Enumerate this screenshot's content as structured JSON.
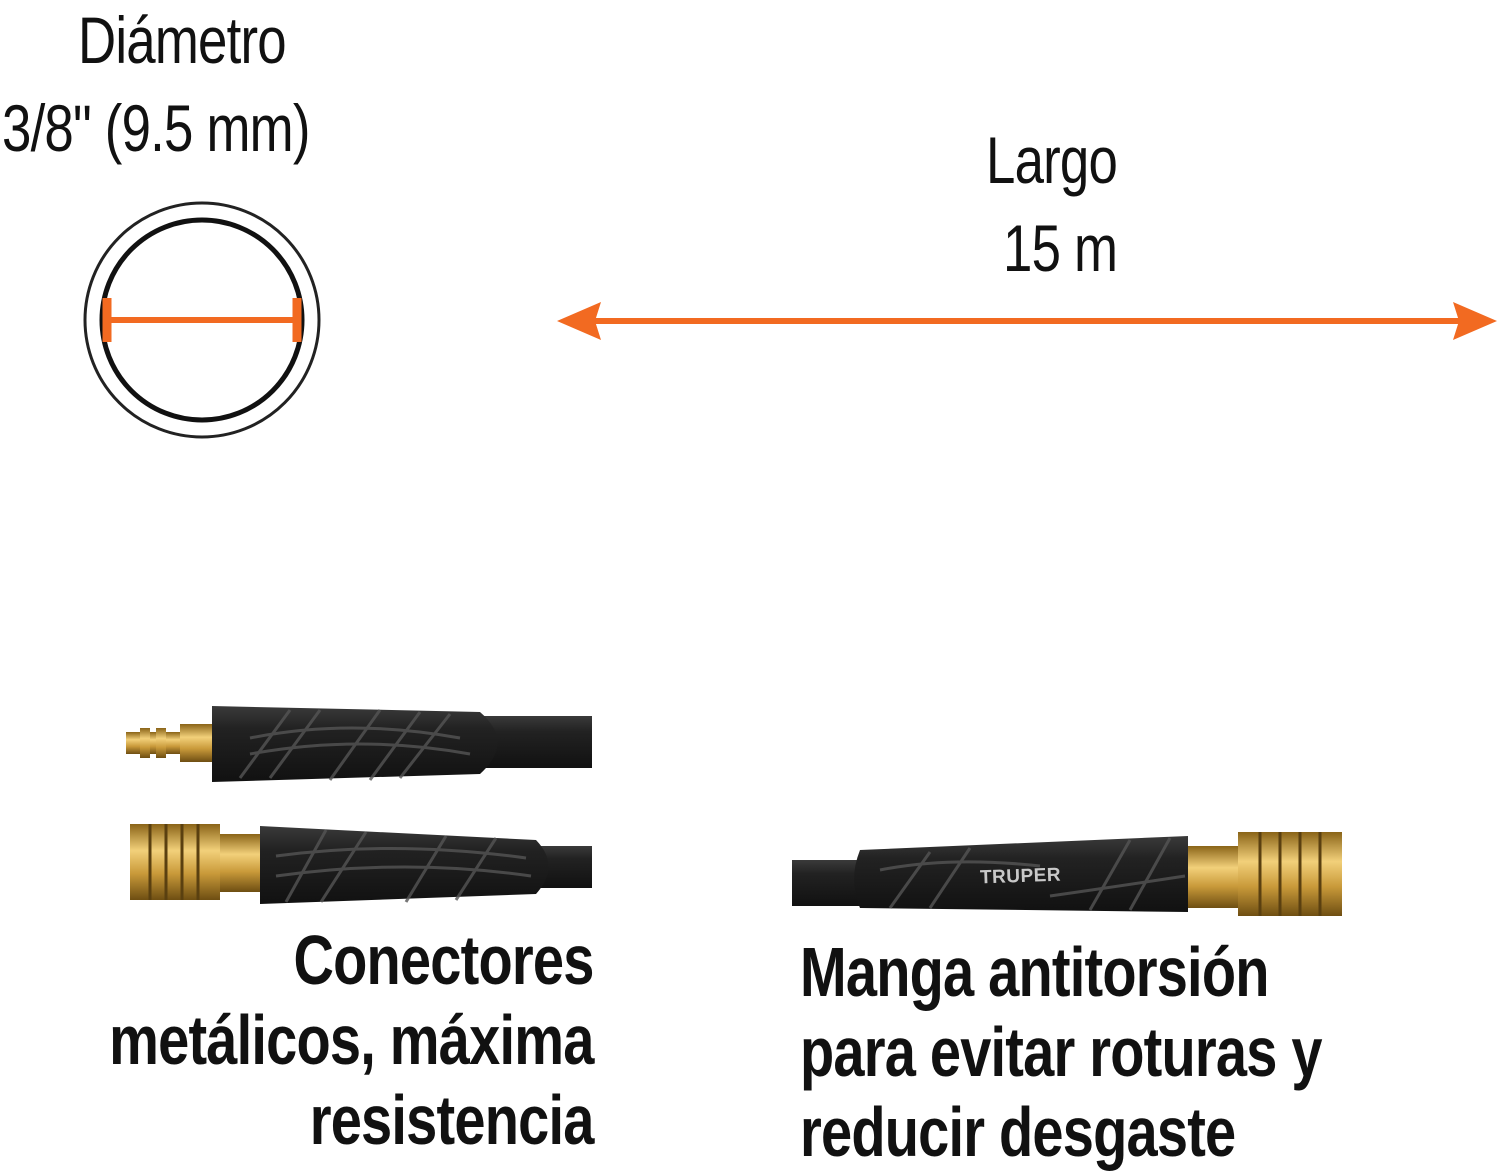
{
  "diameter": {
    "title": "Diámetro",
    "value": "3/8\" (9.5 mm)"
  },
  "length": {
    "title": "Largo",
    "value": "15 m"
  },
  "captions": {
    "left": [
      "Conectores",
      "metálicos, máxima",
      "resistencia"
    ],
    "right": [
      "Manga antitorsión",
      "para evitar roturas y",
      "reducir desgaste"
    ]
  },
  "brand": "TRUPER",
  "colors": {
    "accent": "#F26A21",
    "hose": "#1c1c1c",
    "brass": "#C99A3A",
    "text": "#111111"
  }
}
